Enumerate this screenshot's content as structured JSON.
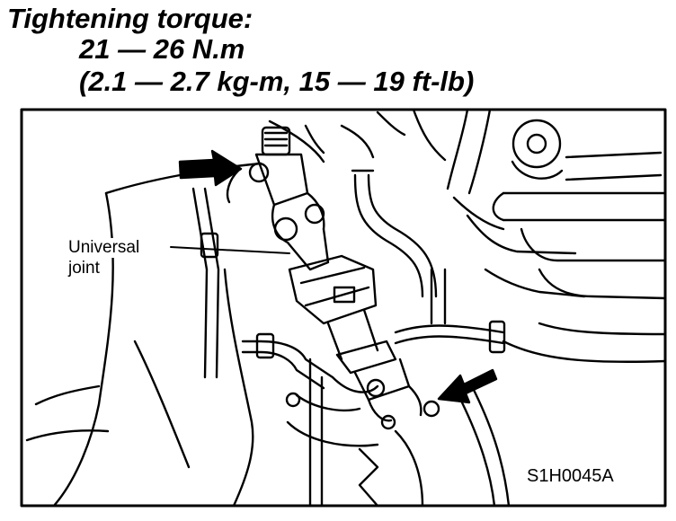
{
  "heading": {
    "title": "Tightening torque:",
    "value_nm": "21 — 26 N.m",
    "value_alt": "(2.1 — 2.7 kg-m, 15 — 19 ft-lb)"
  },
  "callouts": {
    "universal_joint_line1": "Universal",
    "universal_joint_line2": "joint"
  },
  "figure_id": "S1H0045A",
  "colors": {
    "ink": "#000000",
    "paper": "#ffffff"
  }
}
